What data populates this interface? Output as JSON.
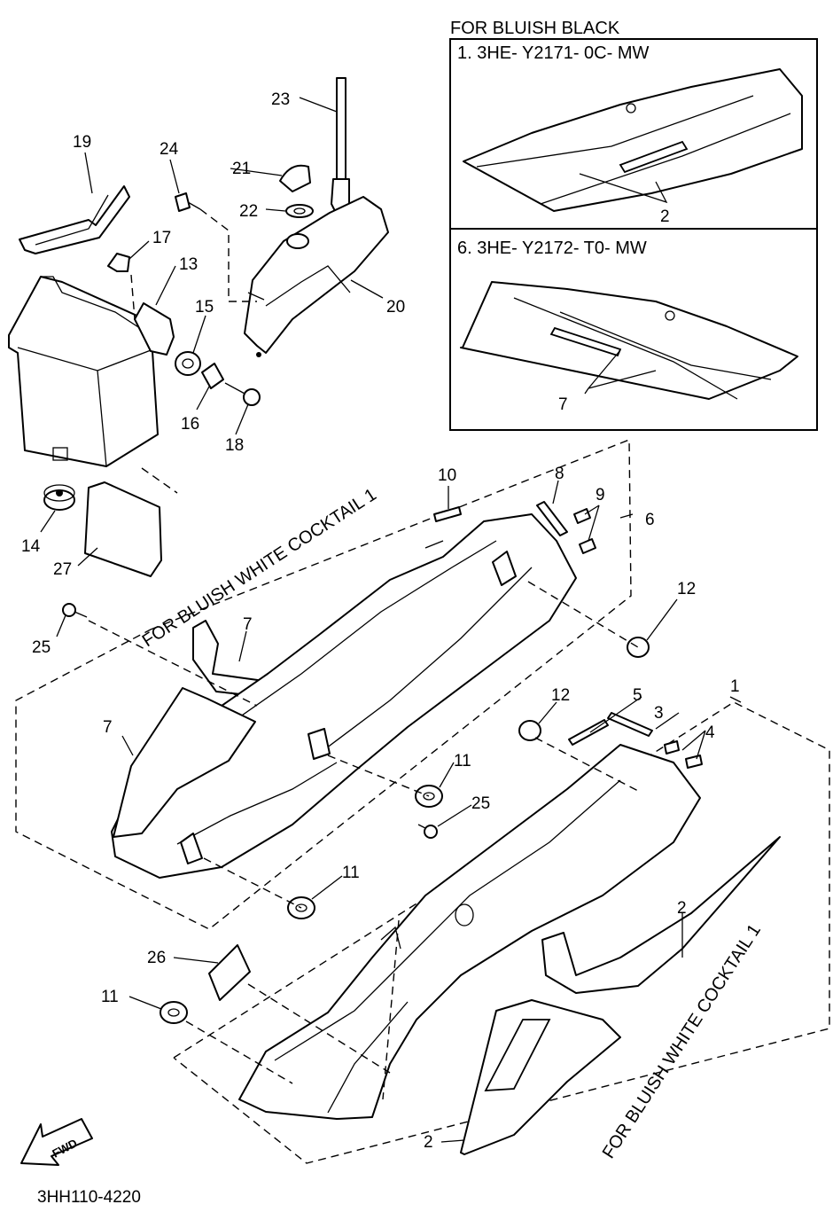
{
  "inset": {
    "heading": "FOR BLUISH BLACK",
    "variants": [
      {
        "part_line": "1. 3HE- Y2171- 0C- MW",
        "callout": "2"
      },
      {
        "part_line": "6. 3HE- Y2172- T0- MW",
        "callout": "7"
      }
    ]
  },
  "color_notes": [
    "FOR BLUISH WHITE COCKTAIL 1",
    "FOR BLUISH WHITE COCKTAIL 1"
  ],
  "callouts": {
    "n1": "1",
    "n2a": "2",
    "n2b": "2",
    "n3": "3",
    "n4": "4",
    "n5": "5",
    "n6": "6",
    "n7a": "7",
    "n7b": "7",
    "n8": "8",
    "n9": "9",
    "n10": "10",
    "n11a": "11",
    "n11b": "11",
    "n11c": "11",
    "n12a": "12",
    "n12b": "12",
    "n13": "13",
    "n14": "14",
    "n15": "15",
    "n16": "16",
    "n17": "17",
    "n18": "18",
    "n19": "19",
    "n20": "20",
    "n21": "21",
    "n22": "22",
    "n23": "23",
    "n24": "24",
    "n25a": "25",
    "n25b": "25",
    "n26": "26",
    "n27": "27"
  },
  "fwd_label": "FWD",
  "drawing_number": "3HH110-4220"
}
